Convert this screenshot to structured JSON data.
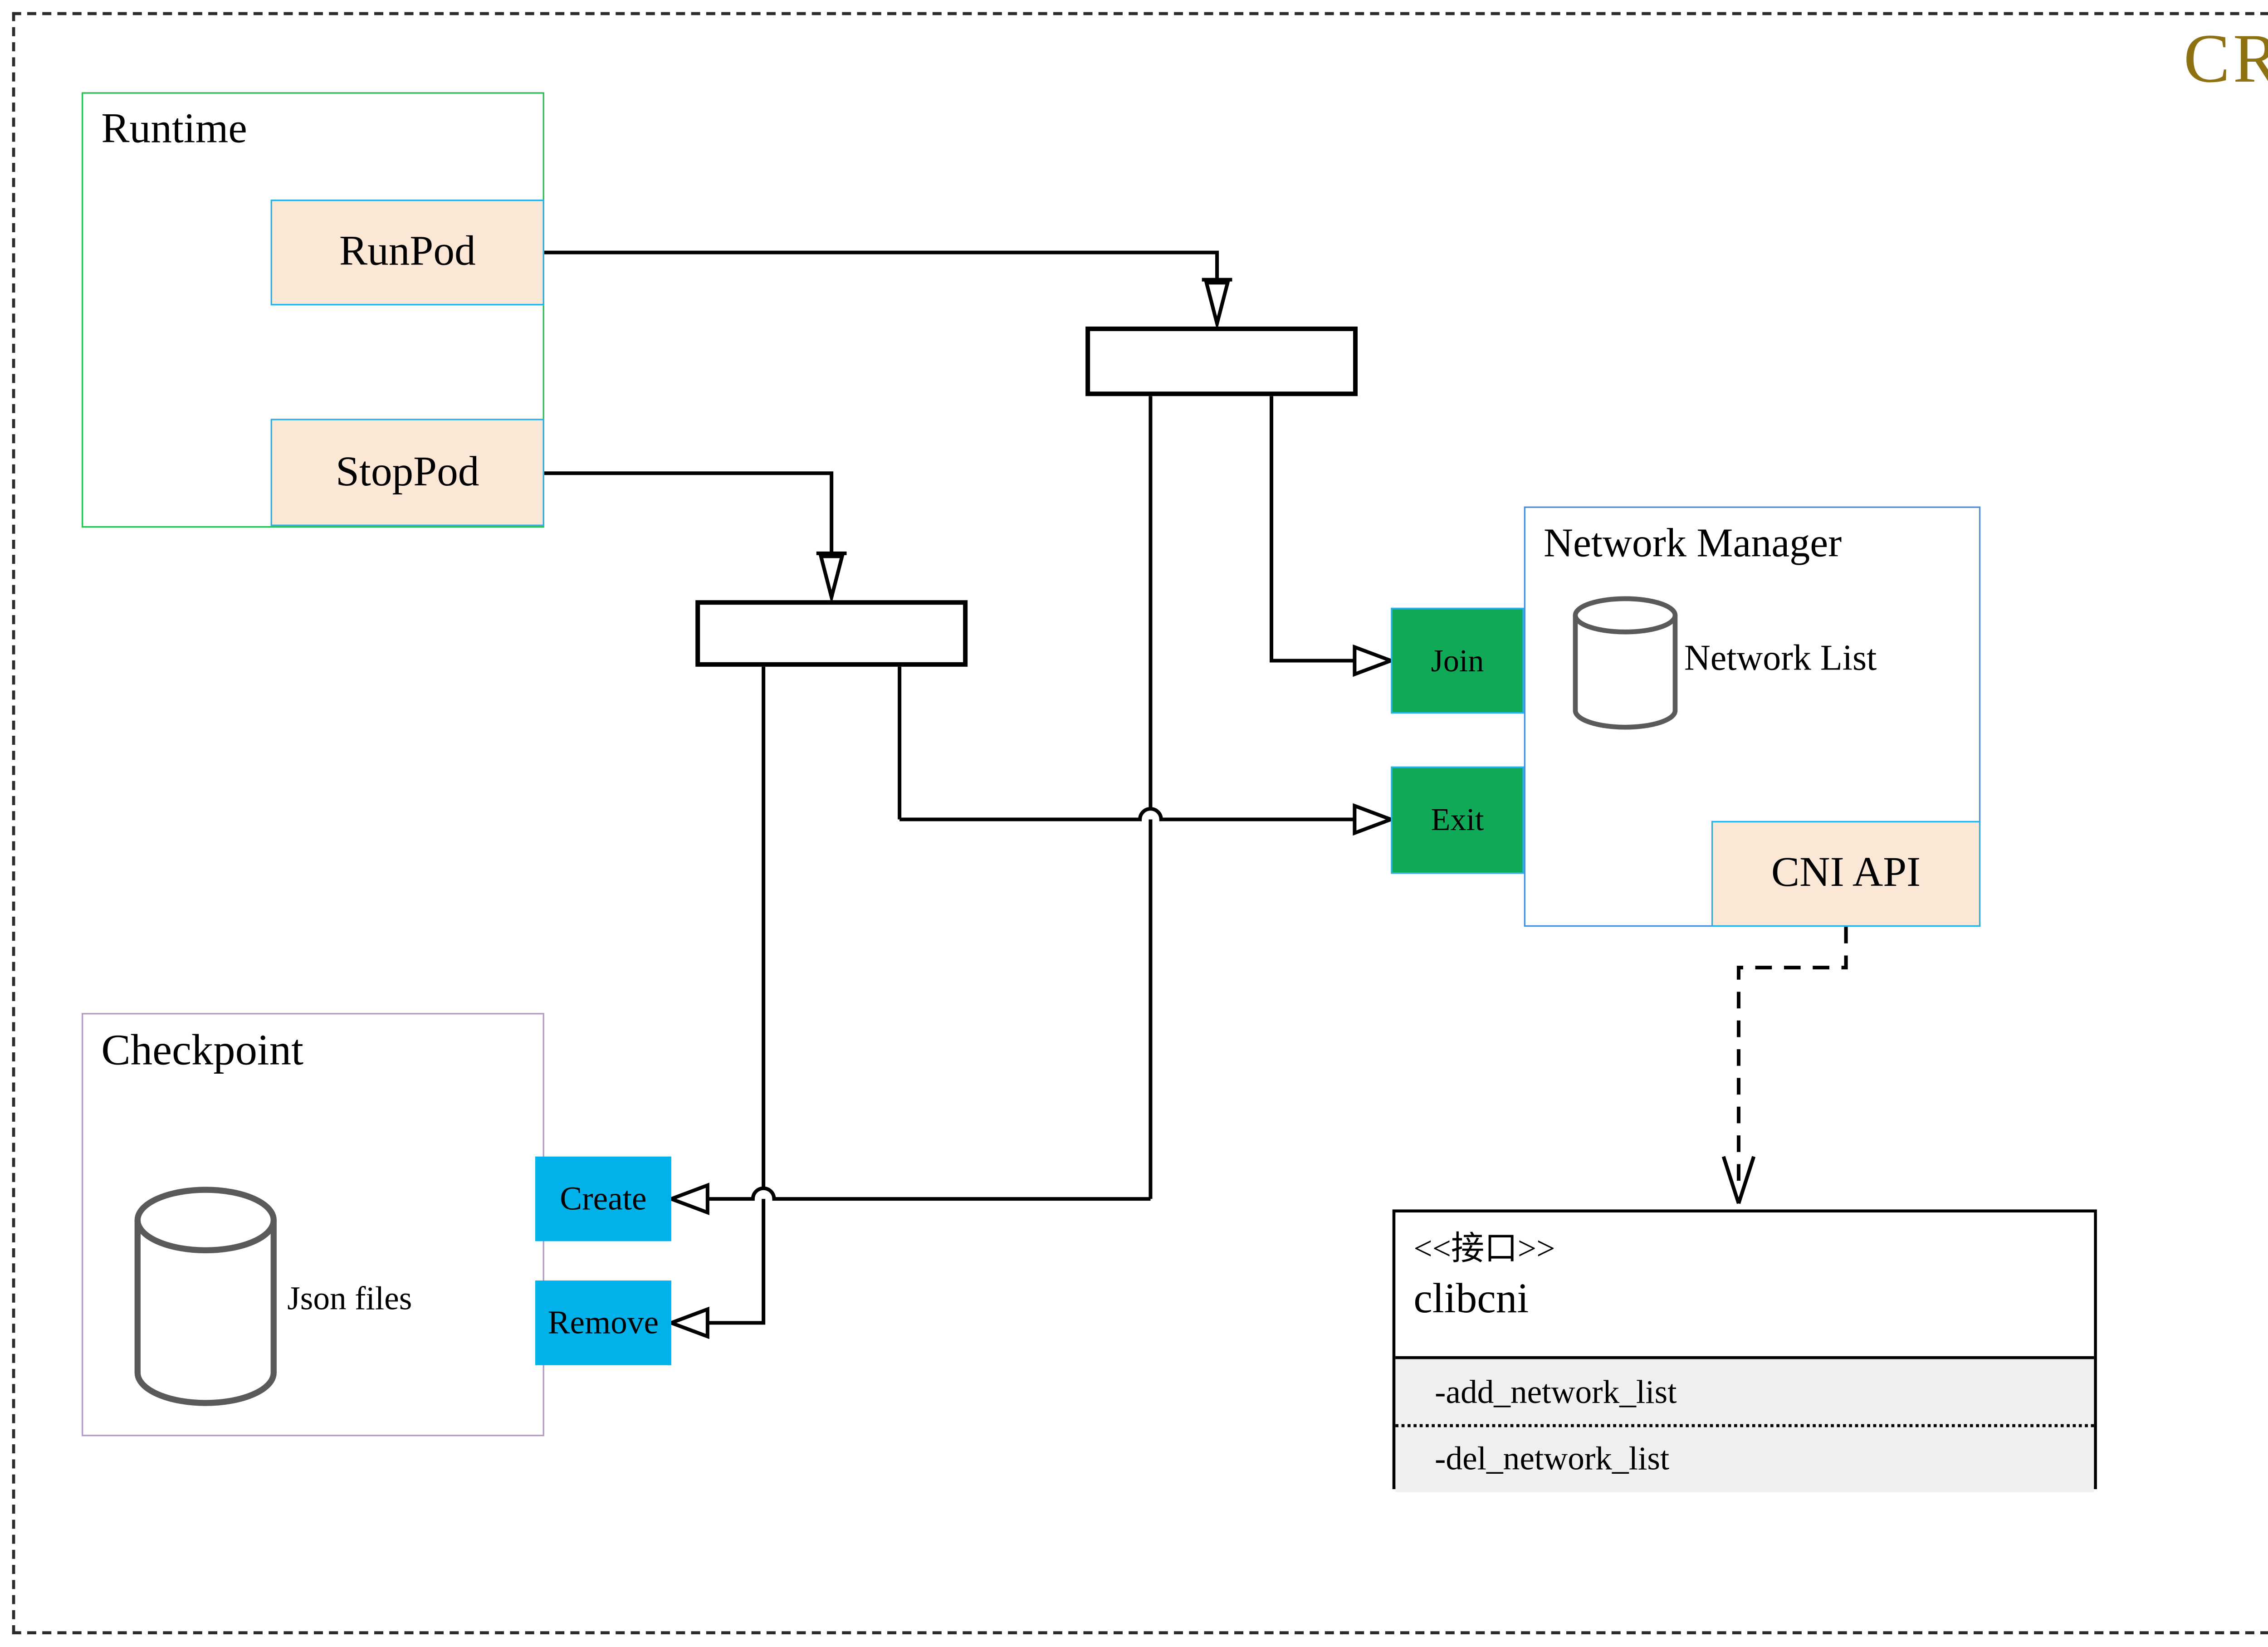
{
  "title": {
    "text": "CRI"
  },
  "colors": {
    "title_gold": "#8e7110",
    "frame_dash": "#2b2b2b",
    "runtime_border": "#2dbe55",
    "checkpoint_border": "#b39dc6",
    "nm_border": "#4a90d8",
    "pod_fill": "#fbe7d5",
    "pod_border": "#29b1e6",
    "action_green": "#0fa957",
    "action_blue": "#00b1ea",
    "clibcni_attr_bg": "#efefef",
    "cylinder_stroke": "#5a5a5a",
    "line": "#000000"
  },
  "nodes": {
    "runtime": {
      "label": "Runtime"
    },
    "runpod": {
      "label": "RunPod"
    },
    "stoppod": {
      "label": "StopPod"
    },
    "network_manager": {
      "label": "Network Manager"
    },
    "network_list": {
      "label": "Network List"
    },
    "join": {
      "label": "Join"
    },
    "exit": {
      "label": "Exit"
    },
    "cni_api": {
      "label": "CNI API"
    },
    "checkpoint": {
      "label": "Checkpoint"
    },
    "json_files": {
      "label": "Json files"
    },
    "create": {
      "label": "Create"
    },
    "remove": {
      "label": "Remove"
    },
    "clibcni": {
      "stereotype": "<<接口>>",
      "name": "clibcni",
      "methods": [
        "-add_network_list",
        "-del_network_list"
      ]
    }
  }
}
